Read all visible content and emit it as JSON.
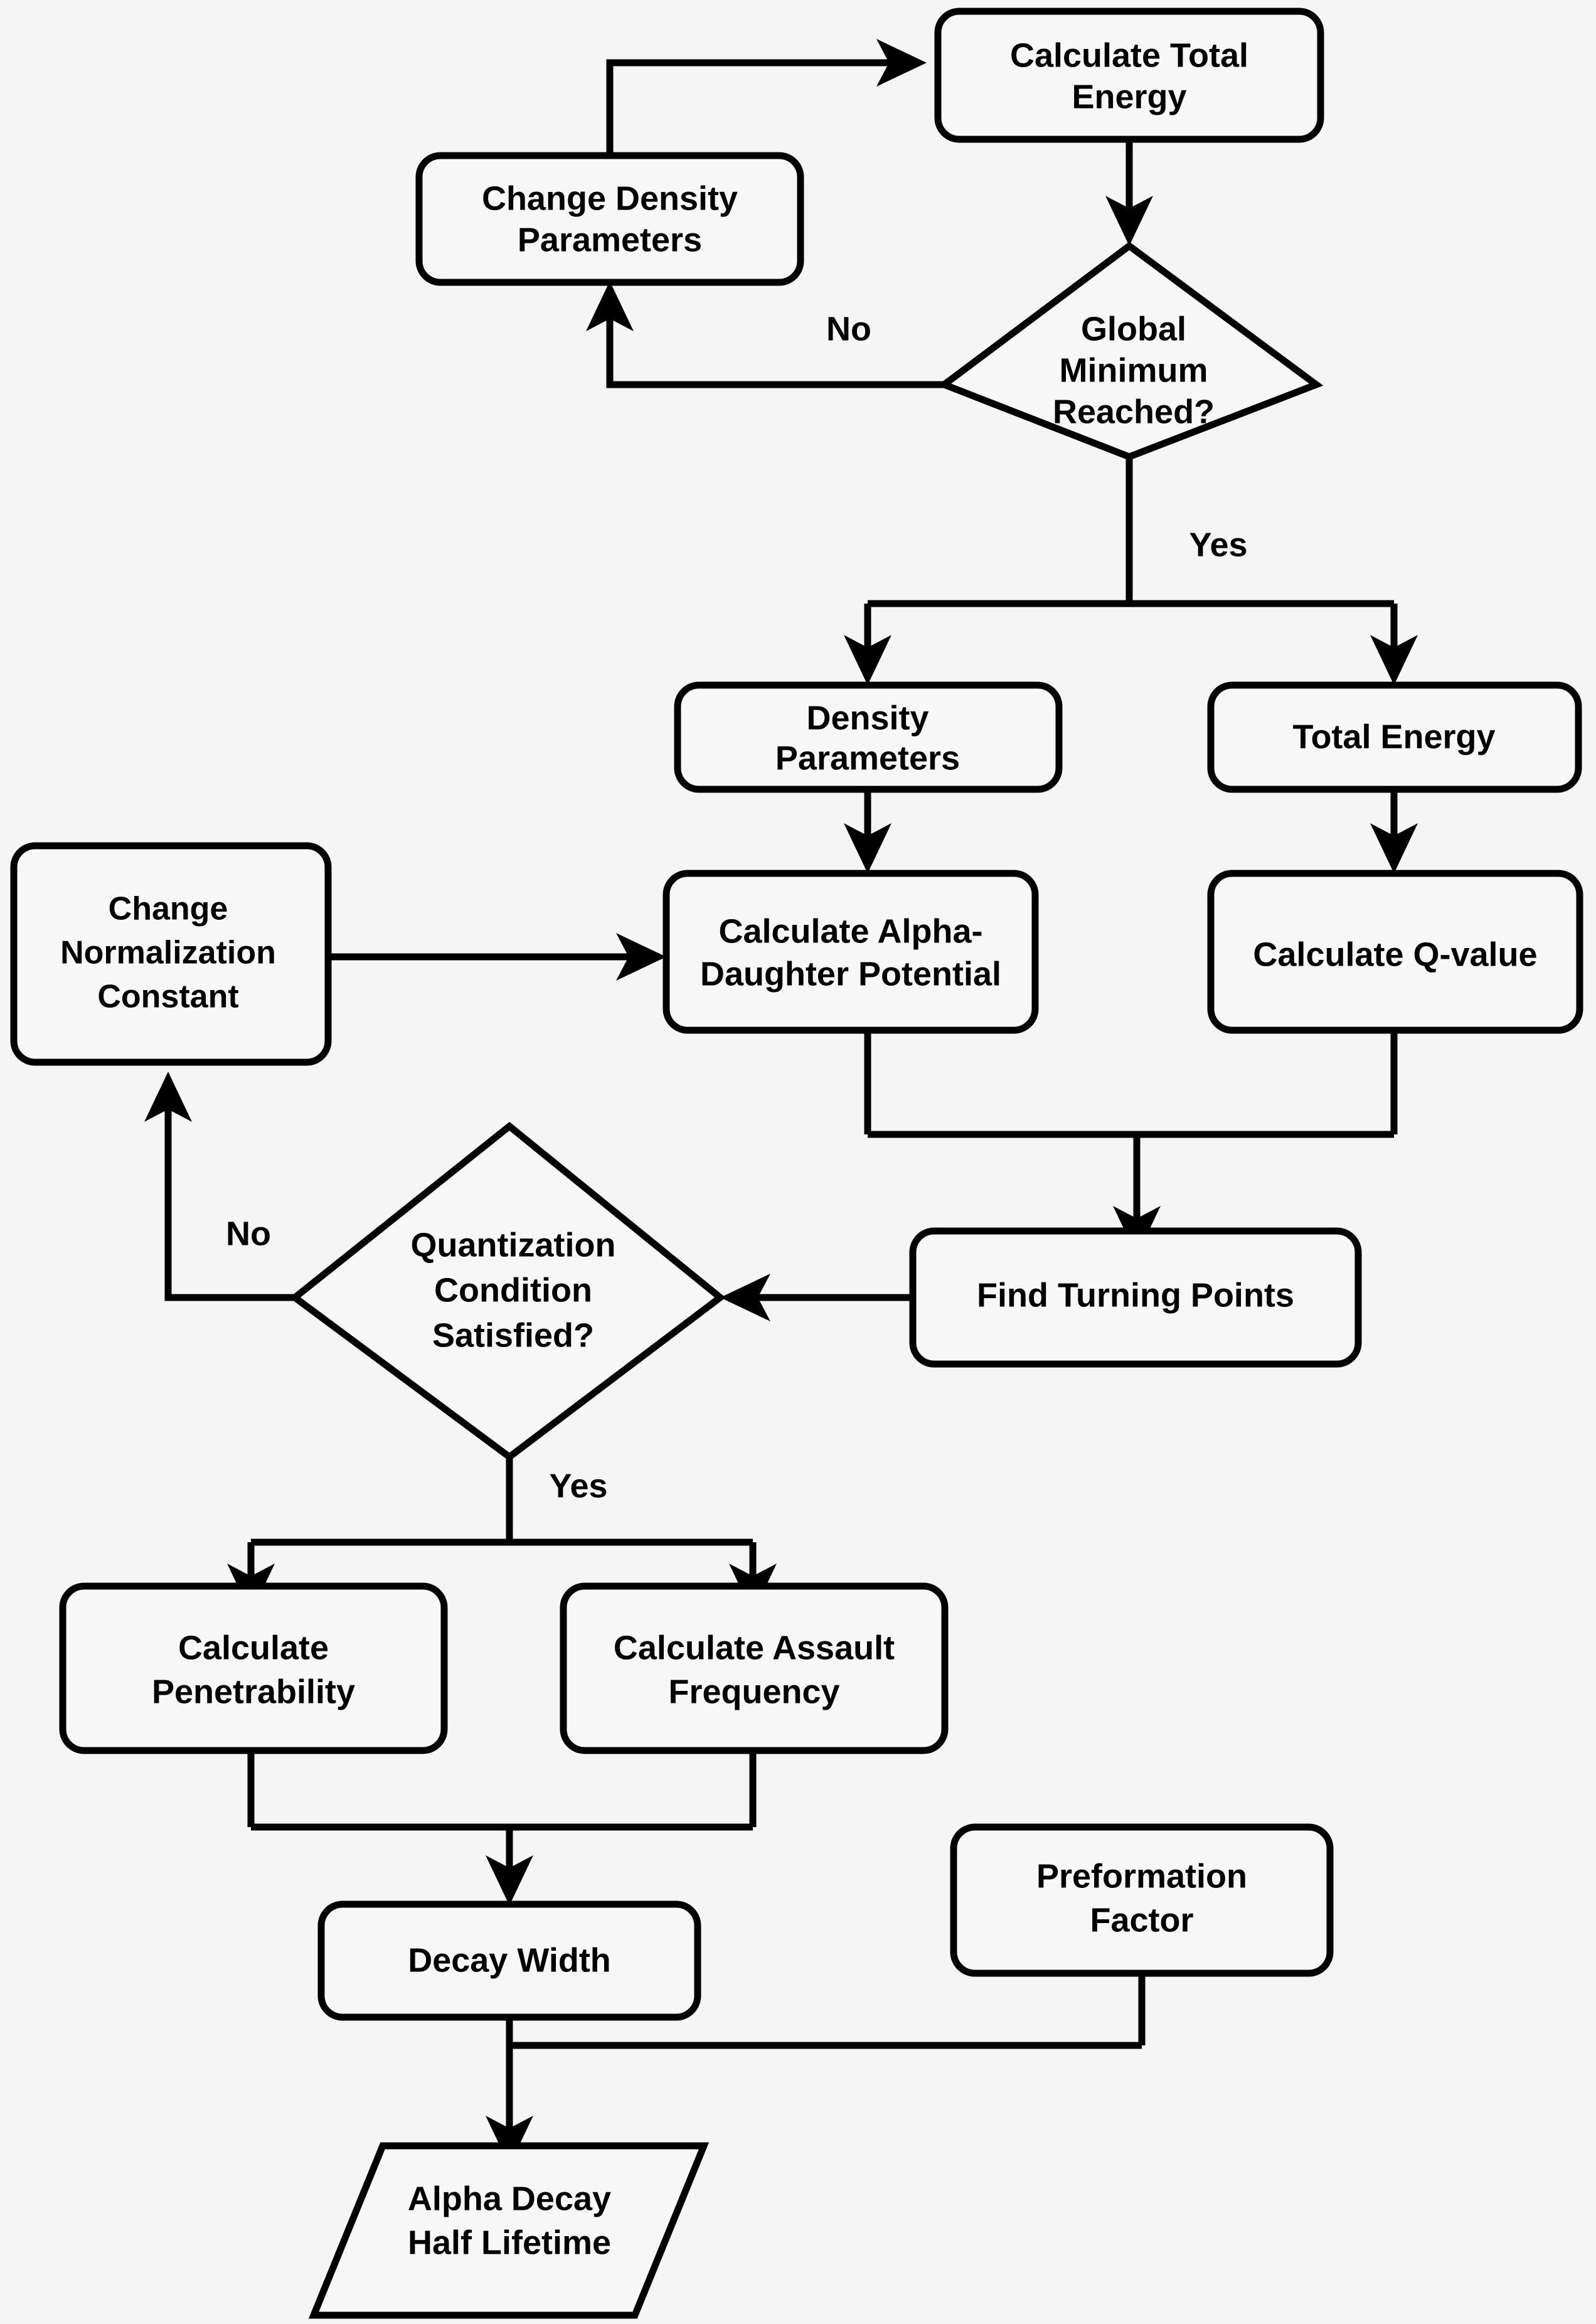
{
  "diagram": {
    "title": "Alpha Decay Half Lifetime Calculation Flowchart",
    "background_color": "#f5f5f5",
    "stroke_color": "#000000",
    "node_fill_color": "#f7f7f7"
  },
  "nodes": {
    "calculate_total_energy": {
      "label_line1": "Calculate Total",
      "label_line2": "Energy",
      "shape": "rounded-rect"
    },
    "change_density_parameters": {
      "label_line1": "Change Density",
      "label_line2": "Parameters",
      "shape": "rounded-rect"
    },
    "global_minimum_reached": {
      "label_line1": "Global",
      "label_line2": "Minimum",
      "label_line3": "Reached?",
      "shape": "diamond"
    },
    "density_parameters": {
      "label_line1": "Density",
      "label_line2": "Parameters",
      "shape": "rounded-rect"
    },
    "total_energy": {
      "label_line1": "Total Energy",
      "shape": "rounded-rect"
    },
    "change_normalization_constant": {
      "label_line1": "Change",
      "label_line2": "Normalization",
      "label_line3": "Constant",
      "shape": "rounded-rect"
    },
    "calculate_alpha_daughter_potential": {
      "label_line1": "Calculate Alpha-",
      "label_line2": "Daughter Potential",
      "shape": "rounded-rect"
    },
    "calculate_q_value": {
      "label_line1": "Calculate Q-value",
      "shape": "rounded-rect"
    },
    "quantization_condition_satisfied": {
      "label_line1": "Quantization",
      "label_line2": "Condition",
      "label_line3": "Satisfied?",
      "shape": "diamond"
    },
    "find_turning_points": {
      "label_line1": "Find Turning Points",
      "shape": "rounded-rect"
    },
    "calculate_penetrability": {
      "label_line1": "Calculate",
      "label_line2": "Penetrability",
      "shape": "rounded-rect"
    },
    "calculate_assault_frequency": {
      "label_line1": "Calculate Assault",
      "label_line2": "Frequency",
      "shape": "rounded-rect"
    },
    "decay_width": {
      "label_line1": "Decay Width",
      "shape": "rounded-rect"
    },
    "preformation_factor": {
      "label_line1": "Preformation",
      "label_line2": "Factor",
      "shape": "rounded-rect"
    },
    "alpha_decay_half_lifetime": {
      "label_line1": "Alpha Decay",
      "label_line2": "Half Lifetime",
      "shape": "parallelogram"
    }
  },
  "edge_labels": {
    "global_minimum_no": "No",
    "global_minimum_yes": "Yes",
    "quantization_no": "No",
    "quantization_yes": "Yes"
  }
}
